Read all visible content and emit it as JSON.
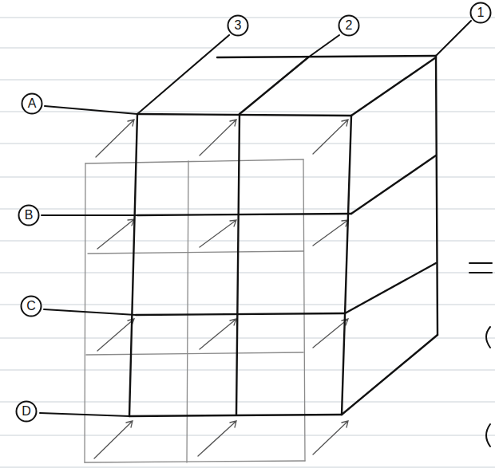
{
  "diagram": {
    "nodes": [
      {
        "text": [
          "3"
        ]
      },
      {
        "text": [
          "2"
        ]
      },
      {
        "text": [
          "1"
        ]
      },
      {
        "text": [
          "A"
        ]
      },
      {
        "text": [
          "B"
        ]
      },
      {
        "text": [
          "C"
        ]
      },
      {
        "text": [
          "D"
        ]
      }
    ]
  }
}
